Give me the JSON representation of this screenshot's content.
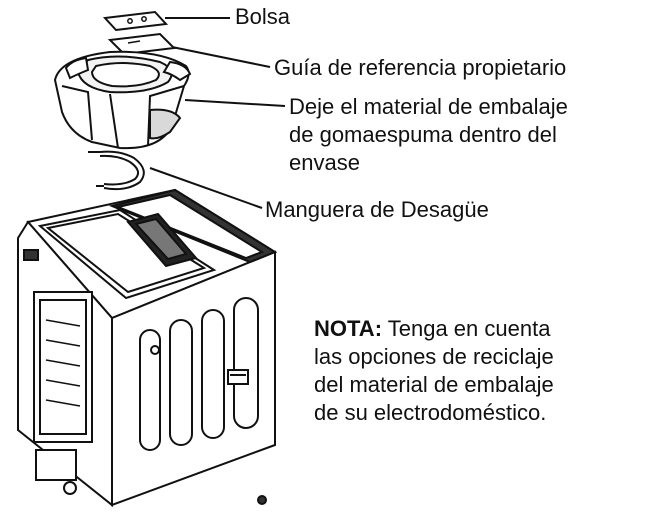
{
  "labels": {
    "bag": "Bolsa",
    "guide": "Guía de referencia propietario",
    "foam": [
      "Deje el material de embalaje",
      "de gomaespuma dentro del",
      "envase"
    ],
    "hose": "Manguera de Desagüe"
  },
  "note": {
    "title": "NOTA:",
    "lines": [
      "Tenga en cuenta",
      "las opciones de reciclaje",
      "del material de embalaje",
      "de su electrodoméstico."
    ]
  },
  "colors": {
    "ink": "#111111",
    "shade": "#d9d9d9",
    "dark": "#333333"
  }
}
